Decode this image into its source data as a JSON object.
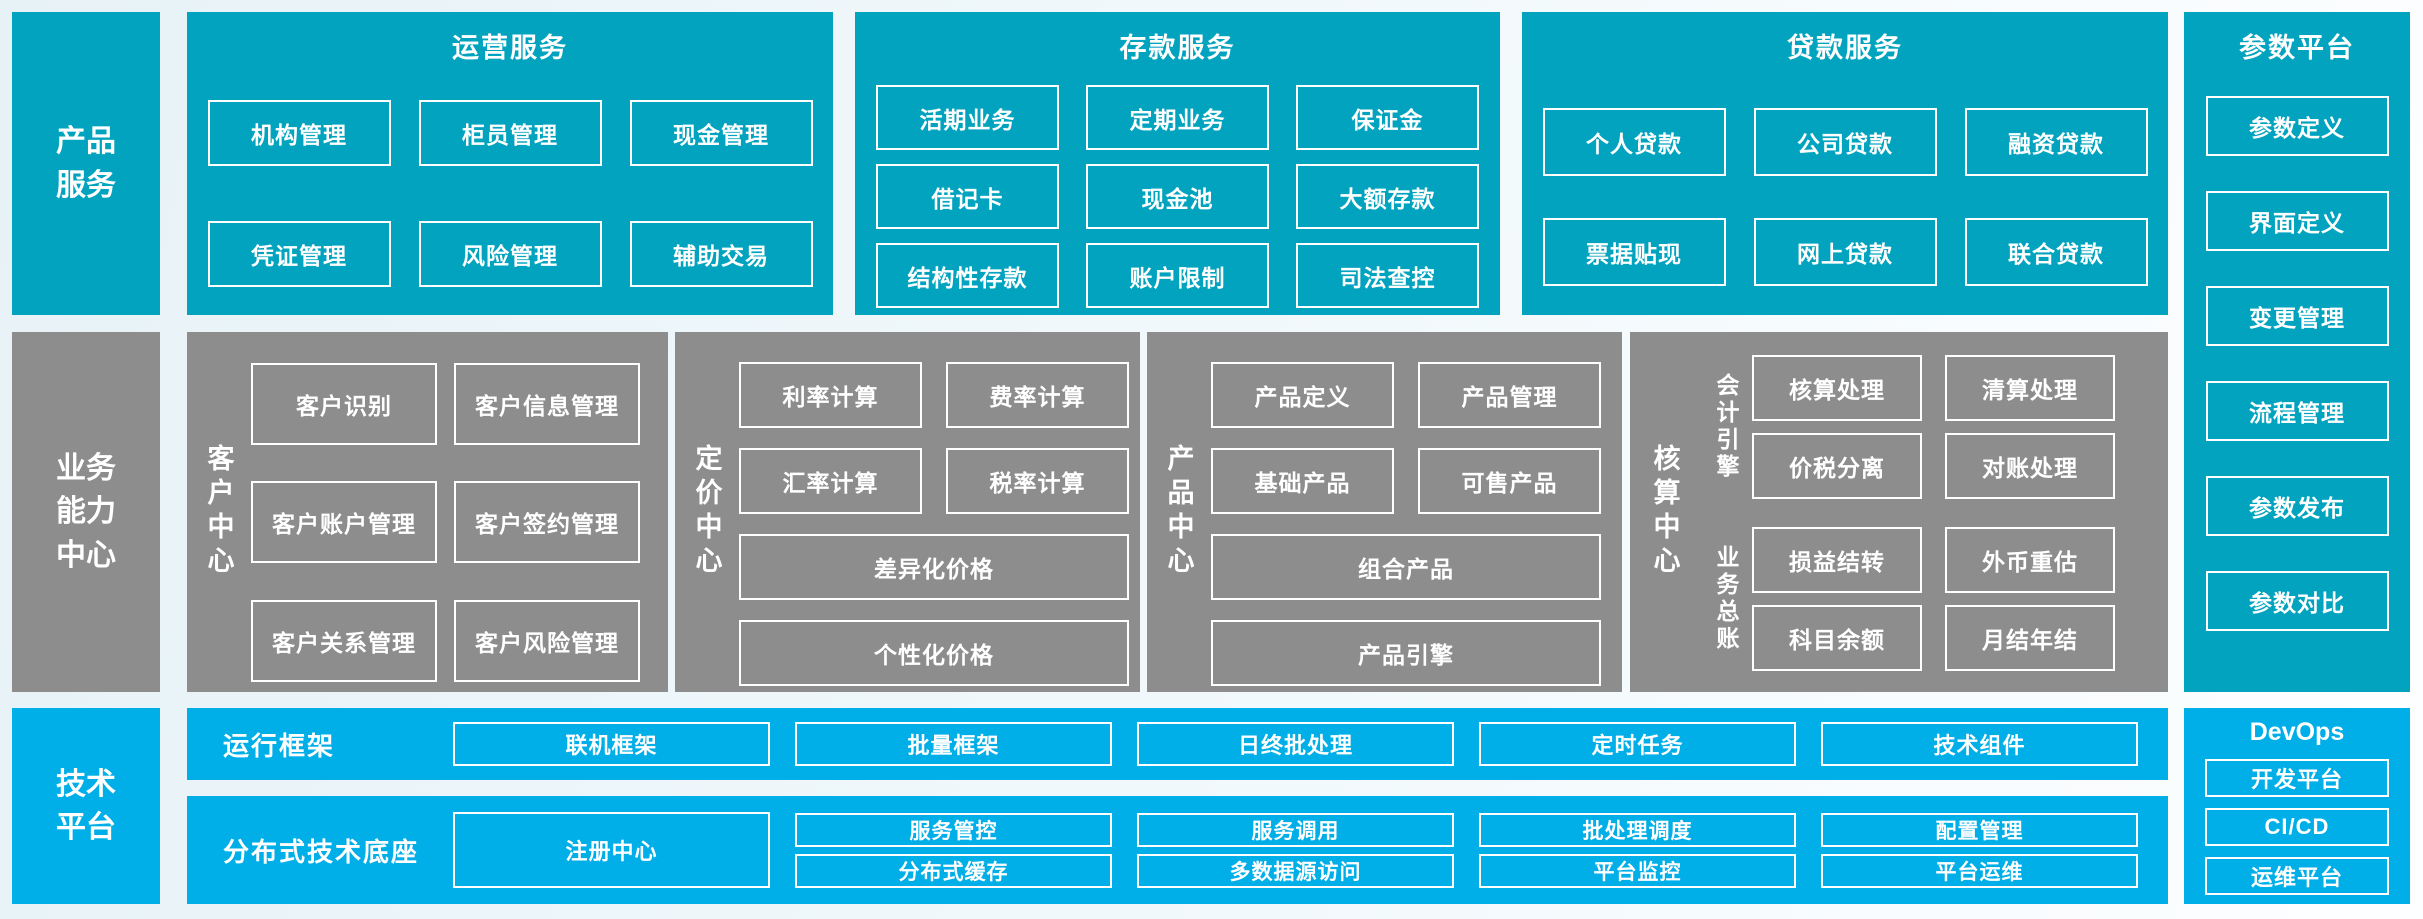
{
  "colors": {
    "teal": "#01a3be",
    "gray": "#8d8d8d",
    "blue": "#00aee8",
    "border": "#ffffff"
  },
  "sidebars": {
    "product": {
      "label": "产品服务"
    },
    "business": {
      "label": "业务能力中心"
    },
    "tech": {
      "label": "技术平台"
    }
  },
  "panels": {
    "operations": {
      "title": "运营服务",
      "items": [
        "机构管理",
        "柜员管理",
        "现金管理",
        "凭证管理",
        "风险管理",
        "辅助交易"
      ]
    },
    "deposit": {
      "title": "存款服务",
      "items": [
        "活期业务",
        "定期业务",
        "保证金",
        "借记卡",
        "现金池",
        "大额存款",
        "结构性存款",
        "账户限制",
        "司法查控"
      ]
    },
    "loan": {
      "title": "贷款服务",
      "items": [
        "个人贷款",
        "公司贷款",
        "融资贷款",
        "票据贴现",
        "网上贷款",
        "联合贷款"
      ]
    },
    "parameter": {
      "title": "参数平台",
      "items": [
        "参数定义",
        "界面定义",
        "变更管理",
        "流程管理",
        "参数发布",
        "参数对比"
      ]
    },
    "customer": {
      "label": "客户中心",
      "items": [
        "客户识别",
        "客户信息管理",
        "客户账户管理",
        "客户签约管理",
        "客户关系管理",
        "客户风险管理"
      ]
    },
    "pricing": {
      "label": "定价中心",
      "items": [
        "利率计算",
        "费率计算",
        "汇率计算",
        "税率计算"
      ],
      "wide_items": [
        "差异化价格",
        "个性化价格"
      ]
    },
    "product_center": {
      "label": "产品中心",
      "items": [
        "产品定义",
        "产品管理",
        "基础产品",
        "可售产品"
      ],
      "wide_items": [
        "组合产品",
        "产品引擎"
      ]
    },
    "accounting": {
      "label": "核算中心",
      "groups": [
        {
          "label": "会计引擎",
          "items": [
            "核算处理",
            "清算处理",
            "价税分离",
            "对账处理"
          ]
        },
        {
          "label": "业务总账",
          "items": [
            "损益结转",
            "外币重估",
            "科目余额",
            "月结年结"
          ]
        }
      ]
    },
    "runtime": {
      "label": "运行框架",
      "items": [
        "联机框架",
        "批量框架",
        "日终批处理",
        "定时任务",
        "技术组件"
      ]
    },
    "distributed": {
      "label": "分布式技术底座",
      "registry": "注册中心",
      "columns": [
        [
          "服务管控",
          "分布式缓存"
        ],
        [
          "服务调用",
          "多数据源访问"
        ],
        [
          "批处理调度",
          "平台监控"
        ],
        [
          "配置管理",
          "平台运维"
        ]
      ]
    },
    "devops": {
      "title": "DevOps",
      "items": [
        "开发平台",
        "CI/CD",
        "运维平台"
      ]
    }
  }
}
